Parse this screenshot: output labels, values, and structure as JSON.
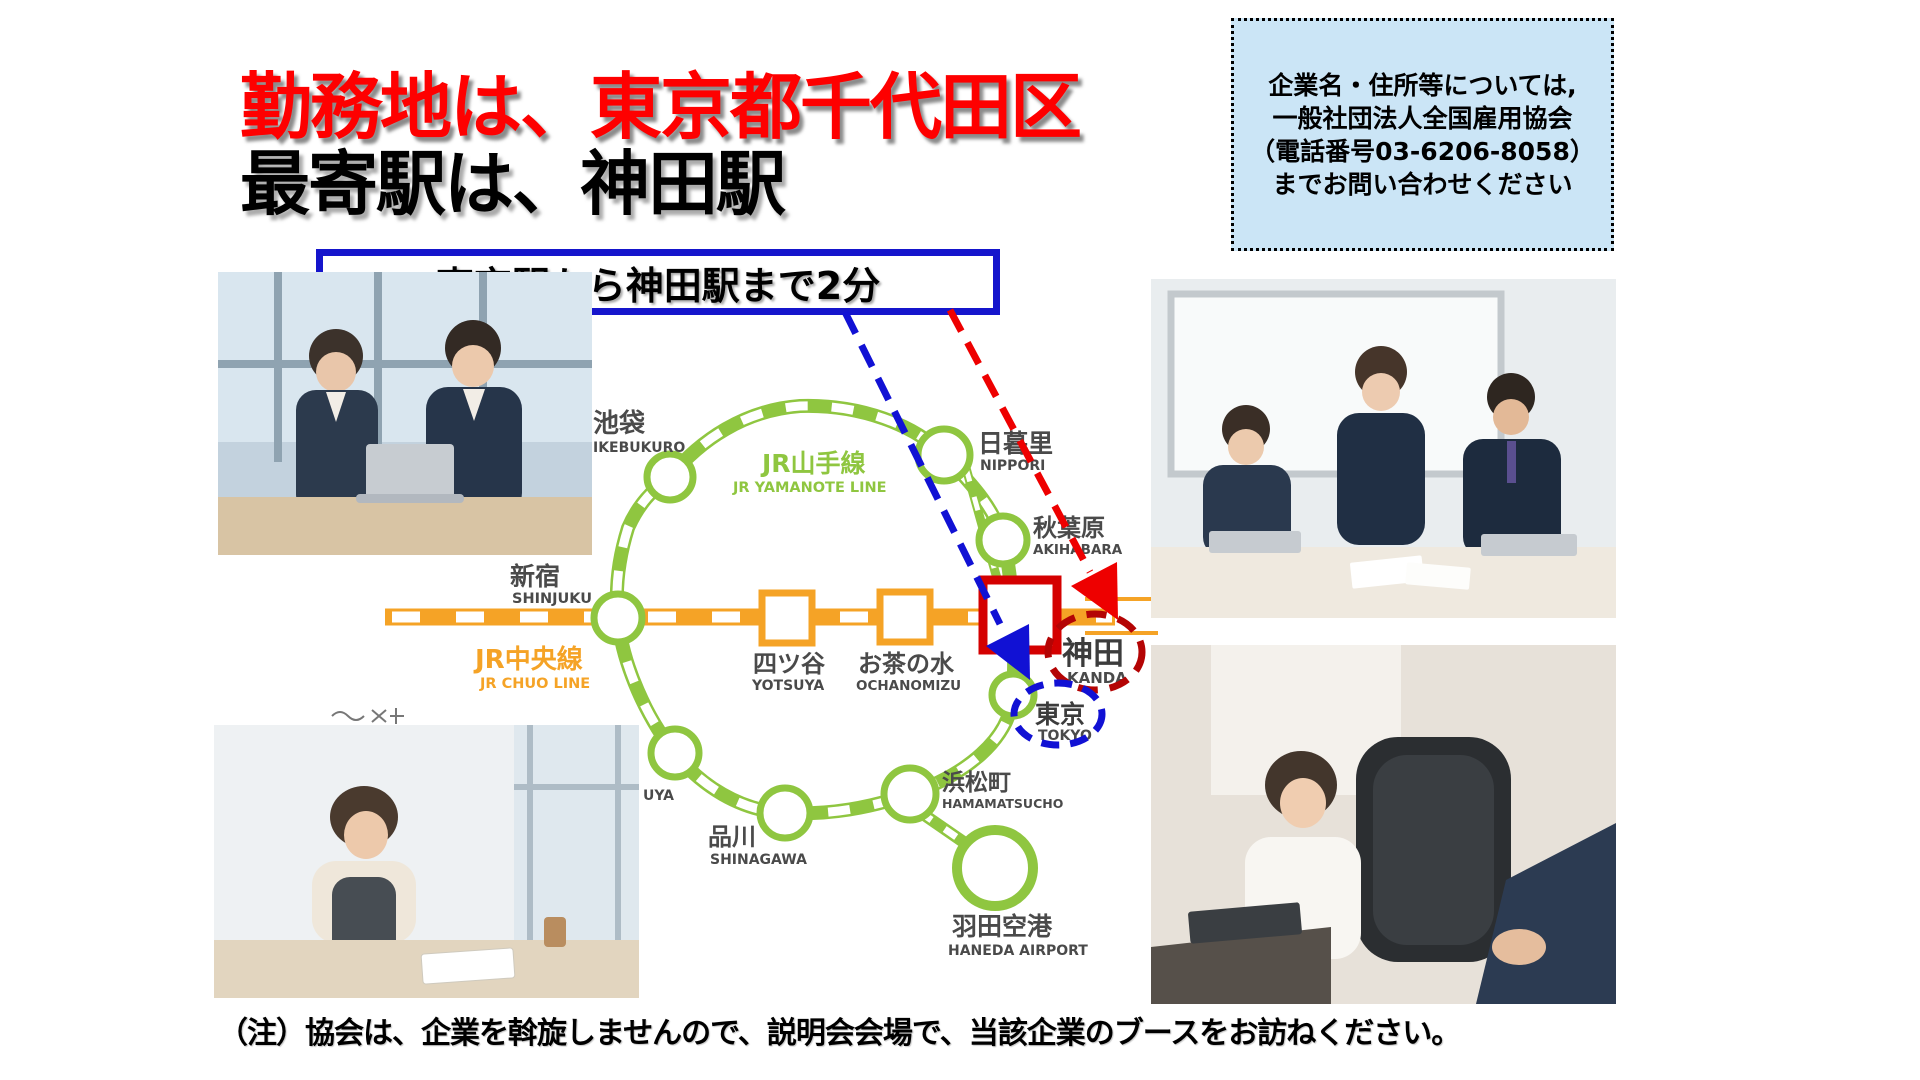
{
  "titles": {
    "line1": "勤務地は、東京都千代田区",
    "line2": "最寄駅は、神田駅"
  },
  "contact_box": {
    "line1": "企業名・住所等については,",
    "line2": "一般社団法人全国雇用協会",
    "line3": "（電話番号03-6206-8058）",
    "line4": "までお問い合わせください"
  },
  "route_box": {
    "label": "東京駅から神田駅まで2分"
  },
  "map": {
    "lines": {
      "yamanote": {
        "ja": "JR山手線",
        "en": "JR YAMANOTE LINE",
        "color": "#8FC640"
      },
      "chuo": {
        "ja": "JR中央線",
        "en": "JR CHUO LINE",
        "color": "#F5A326"
      }
    },
    "stations": {
      "ikebukuro": {
        "ja": "池袋",
        "en": "IKEBUKURO"
      },
      "nippori": {
        "ja": "日暮里",
        "en": "NIPPORI"
      },
      "akihabara": {
        "ja": "秋葉原",
        "en": "AKIHABARA"
      },
      "shinjuku": {
        "ja": "新宿",
        "en": "SHINJUKU"
      },
      "yotsuya": {
        "ja": "四ツ谷",
        "en": "YOTSUYA"
      },
      "ochanomizu": {
        "ja": "お茶の水",
        "en": "OCHANOMIZU"
      },
      "kanda": {
        "ja": "神田",
        "en": "KANDA"
      },
      "tokyo": {
        "ja": "東京",
        "en": "TOKYO"
      },
      "hamamatsucho": {
        "ja": "浜松町",
        "en": "HAMAMATSUCHO"
      },
      "shinagawa": {
        "ja": "品川",
        "en": "SHINAGAWA"
      },
      "haneda": {
        "ja": "羽田空港",
        "en": "HANEDA AIRPORT"
      },
      "shibuya": {
        "en": "UYA"
      }
    },
    "highlight_colors": {
      "kanda_marker_red": "#D40000",
      "kanda_ellipse_red": "#B40404",
      "tokyo_ellipse_blue": "#1111D4",
      "arrow_red": "#EE0000",
      "arrow_blue": "#1111D4"
    }
  },
  "note": {
    "text": "（注）協会は、企業を斡旋しませんので、説明会会場で、当該企業のブースをお訪ねください。"
  },
  "colors": {
    "title_red": "#FE0000",
    "route_box_border_blue": "#1515CC",
    "contact_box_bg": "#CBE5F6",
    "yamanote_green": "#8FC640",
    "chuo_orange": "#F5A326"
  }
}
